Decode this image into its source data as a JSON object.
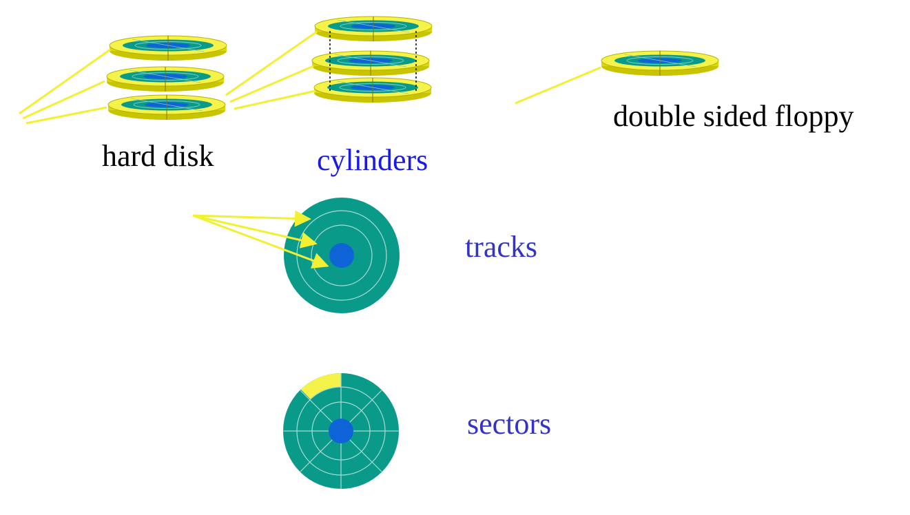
{
  "labels": {
    "hard_disk": "hard disk",
    "cylinders": "cylinders",
    "floppy": "double sided floppy",
    "tracks": "tracks",
    "sectors": "sectors"
  },
  "colors": {
    "label_black": "#000000",
    "label_blue": "#1a1ae6",
    "label_indigo": "#3333cc",
    "platter_yellow": "#f5f24a",
    "platter_rim": "#c9c400",
    "platter_teal": "#0a9a8a",
    "hub_blue": "#0e63d6",
    "arrow_yellow": "#f2f032",
    "grid_line": "#a8dcd4"
  }
}
